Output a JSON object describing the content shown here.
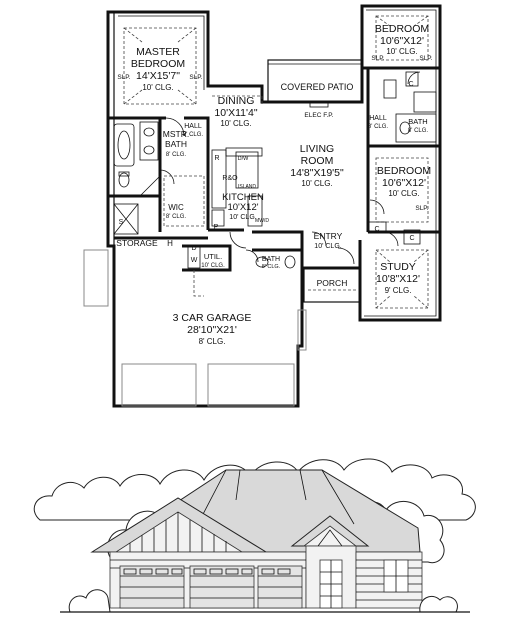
{
  "rooms": {
    "master": {
      "name_line1": "MASTER",
      "name_line2": "BEDROOM",
      "dims": "14'X15'7\"",
      "ceiling": "10' CLG."
    },
    "bedroom1": {
      "name": "BEDROOM",
      "dims": "10'6\"X12'",
      "ceiling": "10' CLG."
    },
    "bedroom2": {
      "name": "BEDROOM",
      "dims": "10'6\"X12'",
      "ceiling": "10' CLG."
    },
    "dining": {
      "name": "DINING",
      "dims": "10'X11'4\"",
      "ceiling": "10' CLG."
    },
    "covered_patio": {
      "name": "COVERED PATIO"
    },
    "living": {
      "name_line1": "LIVING",
      "name_line2": "ROOM",
      "dims": "14'8\"X19'5\"",
      "ceiling": "10' CLG."
    },
    "kitchen": {
      "name": "KITCHEN",
      "dims": "10'X12'",
      "ceiling": "10' CLG."
    },
    "mstr_bath": {
      "name_line1": "MSTR.",
      "name_line2": "BATH",
      "ceiling": "8' CLG."
    },
    "wic": {
      "name": "WIC",
      "ceiling": "8' CLG."
    },
    "hall_left": {
      "name": "HALL",
      "ceiling": "8' CLG."
    },
    "hall_right": {
      "name": "HALL",
      "ceiling": "8' CLG."
    },
    "bath_right": {
      "name": "BATH",
      "ceiling": "8' CLG."
    },
    "entry": {
      "name": "ENTRY",
      "ceiling": "10' CLG."
    },
    "storage": {
      "name": "STORAGE"
    },
    "util": {
      "name": "UTIL.",
      "ceiling": "10' CLG."
    },
    "bath_small": {
      "name": "BATH",
      "ceiling": "8' CLG."
    },
    "porch": {
      "name": "PORCH"
    },
    "study": {
      "name": "STUDY",
      "dims": "10'8\"X12'",
      "ceiling": "9' CLG."
    },
    "garage": {
      "name": "3 CAR GARAGE",
      "dims": "28'10\"X21'",
      "ceiling": "8' CLG."
    }
  },
  "fixtures": {
    "slp": "SLP.",
    "elec_fp": "ELEC F.P.",
    "island": "ISLAND",
    "ro": "R&O",
    "dw": "D/W",
    "mw_d": "MW/D",
    "ref": "R",
    "pantry": "P",
    "water_heater": "H",
    "dryer": "D",
    "washer": "W",
    "closet": "C",
    "shower": "S"
  }
}
